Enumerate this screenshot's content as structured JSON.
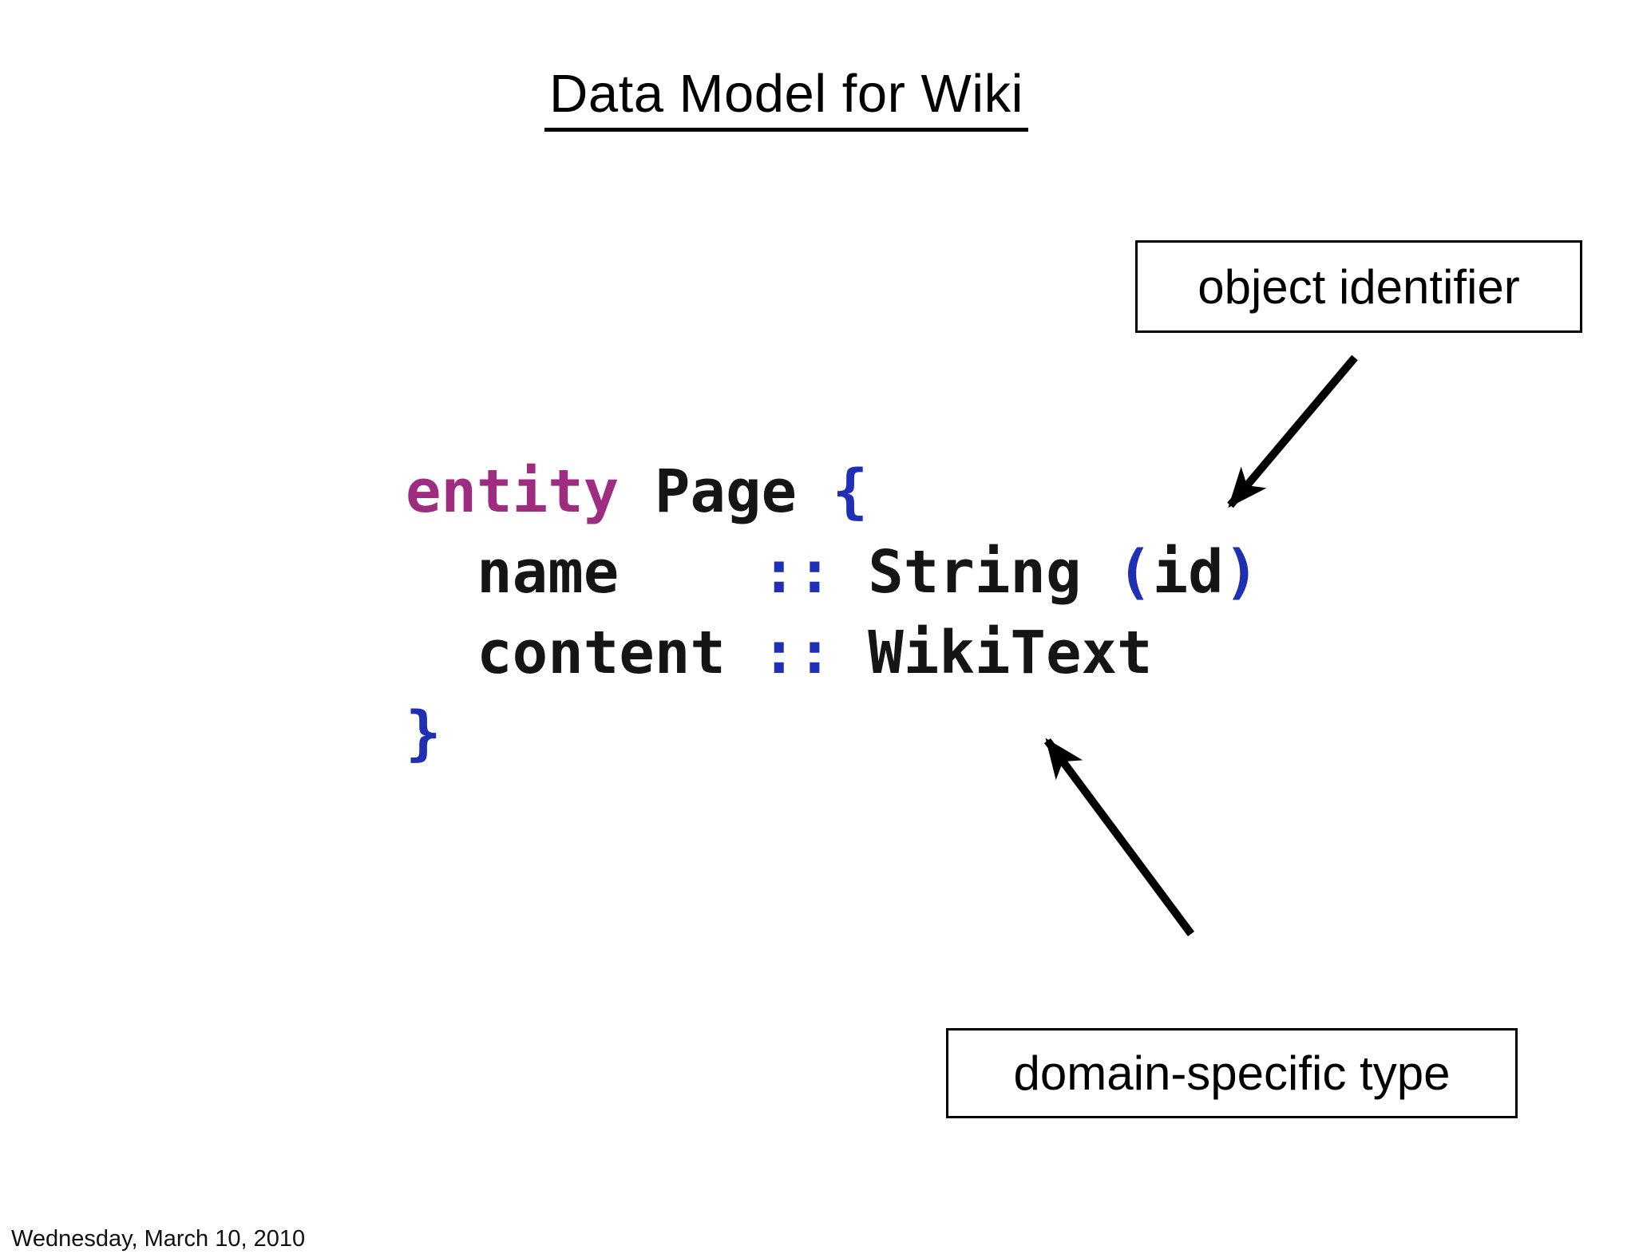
{
  "slide": {
    "title": "Data Model for Wiki",
    "footer_date": "Wednesday, March 10, 2010"
  },
  "code": {
    "language_hint": "entity definition",
    "lines": [
      {
        "tokens": [
          {
            "text": "entity",
            "type": "keyword"
          },
          {
            "text": " Page ",
            "type": "plain"
          },
          {
            "text": "{",
            "type": "punct"
          }
        ]
      },
      {
        "tokens": [
          {
            "text": "  name    ",
            "type": "plain"
          },
          {
            "text": "::",
            "type": "punct"
          },
          {
            "text": " String ",
            "type": "plain"
          },
          {
            "text": "(",
            "type": "punct"
          },
          {
            "text": "id",
            "type": "plain"
          },
          {
            "text": ")",
            "type": "punct"
          }
        ]
      },
      {
        "tokens": [
          {
            "text": "  content ",
            "type": "plain"
          },
          {
            "text": "::",
            "type": "punct"
          },
          {
            "text": " WikiText",
            "type": "plain"
          }
        ]
      },
      {
        "tokens": [
          {
            "text": "}",
            "type": "punct"
          }
        ]
      }
    ]
  },
  "callouts": {
    "object_identifier": {
      "label": "object identifier"
    },
    "domain_specific_type": {
      "label": "domain-specific type"
    }
  },
  "colors": {
    "background": "#ffffff",
    "label_text": "#000000",
    "border": "#000000",
    "code_text": "#151515",
    "keyword": "#9e2c80",
    "punct_blue": "#2030b4",
    "arrow": "#000000"
  }
}
